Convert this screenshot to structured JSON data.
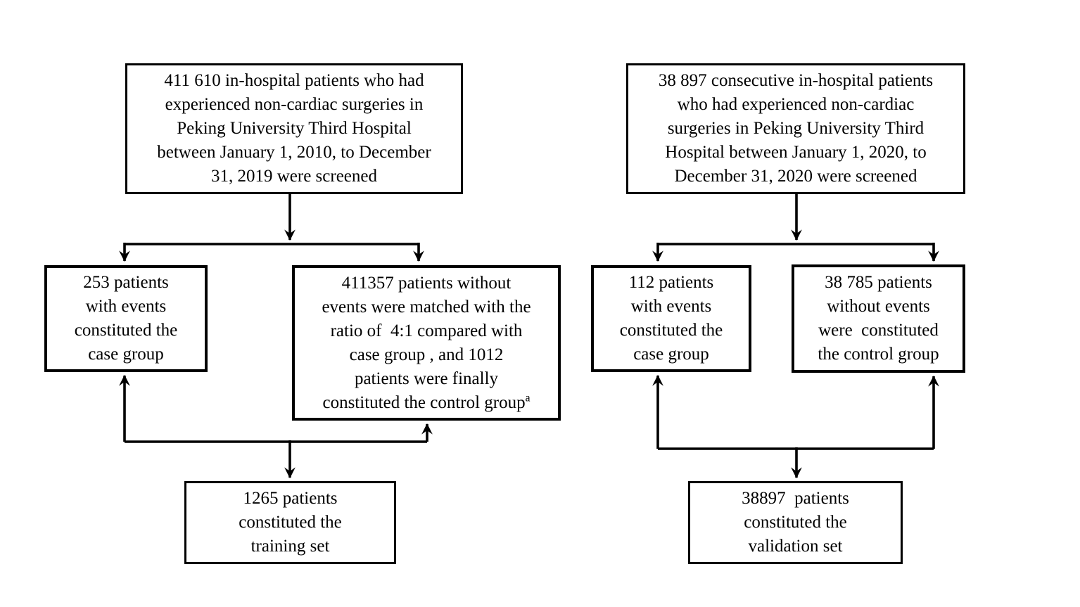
{
  "diagram": {
    "background_color": "#ffffff",
    "line_color": "#000000",
    "left_flow": {
      "screened_box": "411 610 in-hospital patients who had\nexperienced non-cardiac surgeries in\nPeking University Third Hospital\nbetween January 1, 2010, to December\n31, 2019 were screened",
      "case_box": "253 patients\nwith events\nconstituted the\ncase group",
      "control_box_main": "411357 patients without\nevents were matched with the\nratio of  4:1 compared with\ncase group , and 1012\npatients were finally",
      "control_box_last_line": "constituted the control group",
      "control_box_footnote_marker": "a",
      "result_box": "1265 patients\nconstituted the\ntraining set"
    },
    "right_flow": {
      "screened_box": "38 897 consecutive in-hospital patients\nwho had experienced non-cardiac\nsurgeries in Peking University Third\nHospital between January 1, 2020, to\nDecember 31, 2020 were screened",
      "case_box": "112 patients\nwith events\nconstituted the\ncase group",
      "control_box": "38 785 patients\nwithout events\nwere  constituted\nthe control group",
      "result_box": "38897  patients\nconstituted the\nvalidation set"
    }
  }
}
